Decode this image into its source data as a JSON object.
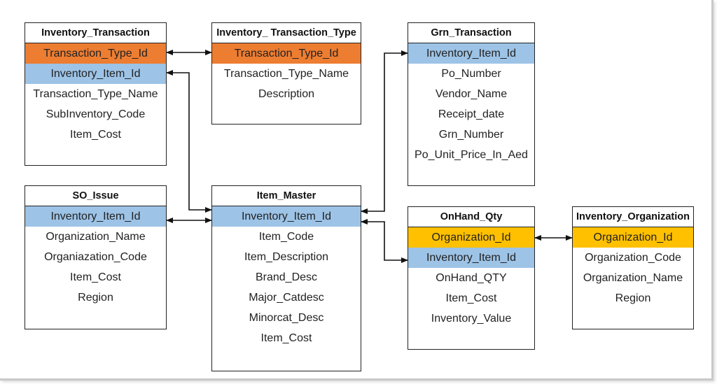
{
  "tables": {
    "inventory_transaction": {
      "title": "Inventory_Transaction",
      "fields": [
        "Transaction_Type_Id",
        "Inventory_Item_Id",
        "Transaction_Type_Name",
        "SubInventory_Code",
        "Item_Cost"
      ]
    },
    "inventory_transaction_type": {
      "title": "Inventory_ Transaction_Type",
      "fields": [
        "Transaction_Type_Id",
        "Transaction_Type_Name",
        "Description"
      ]
    },
    "grn_transaction": {
      "title": "Grn_Transaction",
      "fields": [
        "Inventory_Item_Id",
        "Po_Number",
        "Vendor_Name",
        "Receipt_date",
        "Grn_Number",
        "Po_Unit_Price_In_Aed"
      ]
    },
    "so_issue": {
      "title": "SO_Issue",
      "fields": [
        "Inventory_Item_Id",
        "Organization_Name",
        "Organiazation_Code",
        "Item_Cost",
        "Region"
      ]
    },
    "item_master": {
      "title": "Item_Master",
      "fields": [
        "Inventory_Item_Id",
        "Item_Code",
        "Item_Description",
        "Brand_Desc",
        "Major_Catdesc",
        "Minorcat_Desc",
        "Item_Cost"
      ]
    },
    "onhand_qty": {
      "title": "OnHand_Qty",
      "fields": [
        "Organization_Id",
        "Inventory_Item_Id",
        "OnHand_QTY",
        "Item_Cost",
        "Inventory_Value"
      ]
    },
    "inventory_organization": {
      "title": "Inventory_Organization",
      "fields": [
        "Organization_Id",
        "Organization_Code",
        "Organization_Name",
        "Region"
      ]
    }
  },
  "colors": {
    "transaction_type_key": "#ed7d31",
    "item_key": "#9dc3e6",
    "organization_key": "#ffc000",
    "border": "#222222"
  }
}
